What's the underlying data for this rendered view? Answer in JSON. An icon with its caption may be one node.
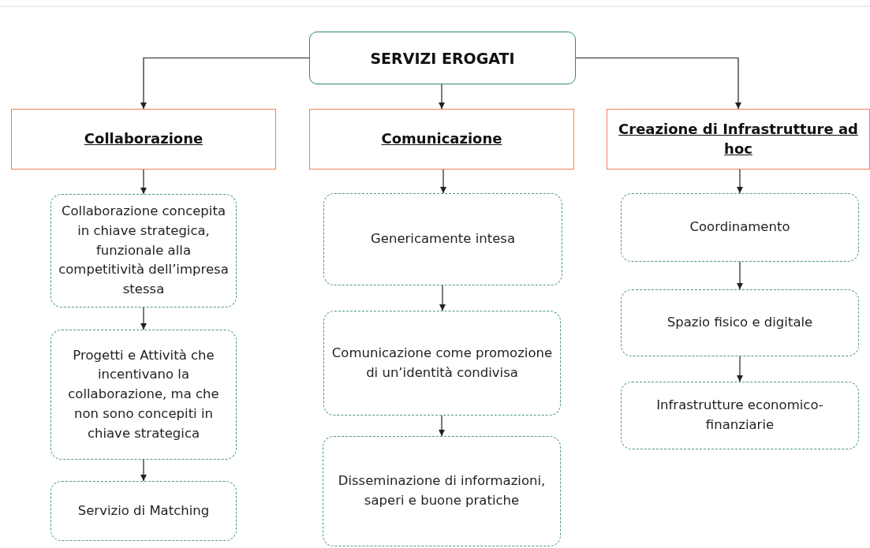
{
  "diagram": {
    "nodes": [
      {
        "text": [
          "SERVIZI EROGATI"
        ]
      },
      {
        "text": [
          "Collaborazione"
        ]
      },
      {
        "text": [
          "Comunicazione"
        ]
      },
      {
        "text": [
          "Creazione di Infrastrutture ad hoc"
        ]
      },
      {
        "text": [
          "Collaborazione concepita in chiave strategica, funzionale alla competitività dell’impresa stessa"
        ]
      },
      {
        "text": [
          "Progetti e Attività che incentivano la collaborazione, ma che non sono concepiti in chiave strategica"
        ]
      },
      {
        "text": [
          "Servizio di Matching"
        ]
      },
      {
        "text": [
          "Genericamente intesa"
        ]
      },
      {
        "text": [
          "Comunicazione come promozione di un’identità condivisa"
        ]
      },
      {
        "text": [
          "Disseminazione di informazioni, saperi e buone pratiche"
        ]
      },
      {
        "text": [
          "Coordinamento"
        ]
      },
      {
        "text": [
          "Spazio fisico e digitale"
        ]
      },
      {
        "text": [
          "Infrastrutture economico-finanziarie"
        ]
      }
    ],
    "edges": [
      {
        "from": 0,
        "to": 1,
        "arrow": "to"
      },
      {
        "from": 0,
        "to": 2,
        "arrow": "to"
      },
      {
        "from": 0,
        "to": 3,
        "arrow": "to"
      },
      {
        "from": 1,
        "to": 4,
        "arrow": "to"
      },
      {
        "from": 4,
        "to": 5,
        "arrow": "to"
      },
      {
        "from": 5,
        "to": 6,
        "arrow": "to"
      },
      {
        "from": 2,
        "to": 7,
        "arrow": "to"
      },
      {
        "from": 7,
        "to": 8,
        "arrow": "to"
      },
      {
        "from": 8,
        "to": 9,
        "arrow": "to"
      },
      {
        "from": 3,
        "to": 10,
        "arrow": "to"
      },
      {
        "from": 10,
        "to": 11,
        "arrow": "to"
      },
      {
        "from": 11,
        "to": 12,
        "arrow": "to"
      }
    ]
  }
}
